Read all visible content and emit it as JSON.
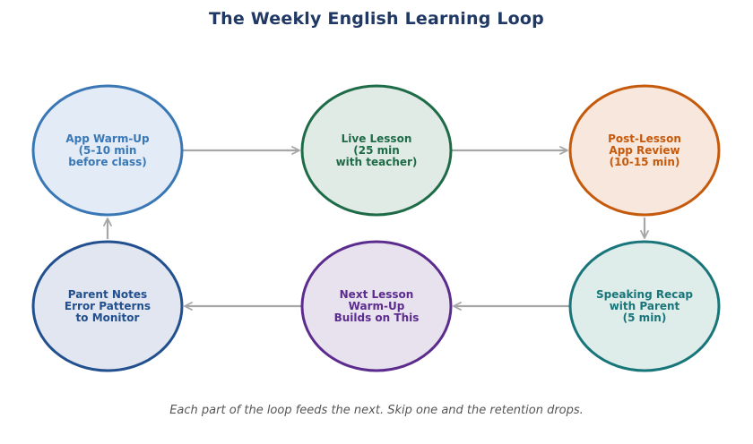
{
  "title": "The Weekly English Learning Loop",
  "caption": "Each part of the loop feeds the next. Skip one and the retention drops.",
  "colors": {
    "arrow": "#a6a6a6",
    "title": "#1f3864",
    "caption": "#555555"
  },
  "nodes": [
    {
      "id": "app-warm-up",
      "lines": [
        "App Warm-Up",
        "(5-10 min",
        "before class)"
      ],
      "stroke": "#3a78b5",
      "fill": "#e3ebf6",
      "text_color": "#3a78b5"
    },
    {
      "id": "live-lesson",
      "lines": [
        "Live Lesson",
        "(25 min",
        "with teacher)"
      ],
      "stroke": "#1e6b47",
      "fill": "#e0ebe5",
      "text_color": "#1e6b47"
    },
    {
      "id": "post-lesson-app-review",
      "lines": [
        "Post-Lesson",
        "App Review",
        "(10-15 min)"
      ],
      "stroke": "#c55a0c",
      "fill": "#f8e7dc",
      "text_color": "#c55a0c"
    },
    {
      "id": "speaking-recap",
      "lines": [
        "Speaking Recap",
        "with Parent",
        "(5 min)"
      ],
      "stroke": "#187579",
      "fill": "#deecea",
      "text_color": "#187579"
    },
    {
      "id": "next-lesson-warm-up",
      "lines": [
        "Next Lesson",
        "Warm-Up",
        "Builds on This"
      ],
      "stroke": "#5b2c8e",
      "fill": "#e8e1ee",
      "text_color": "#5b2c8e"
    },
    {
      "id": "parent-notes",
      "lines": [
        "Parent Notes",
        "Error Patterns",
        "to Monitor"
      ],
      "stroke": "#22508f",
      "fill": "#e2e6f0",
      "text_color": "#22508f"
    }
  ],
  "edges": [
    {
      "from": "app-warm-up",
      "to": "live-lesson"
    },
    {
      "from": "live-lesson",
      "to": "post-lesson-app-review"
    },
    {
      "from": "post-lesson-app-review",
      "to": "speaking-recap"
    },
    {
      "from": "speaking-recap",
      "to": "next-lesson-warm-up"
    },
    {
      "from": "next-lesson-warm-up",
      "to": "parent-notes"
    },
    {
      "from": "parent-notes",
      "to": "app-warm-up"
    }
  ]
}
